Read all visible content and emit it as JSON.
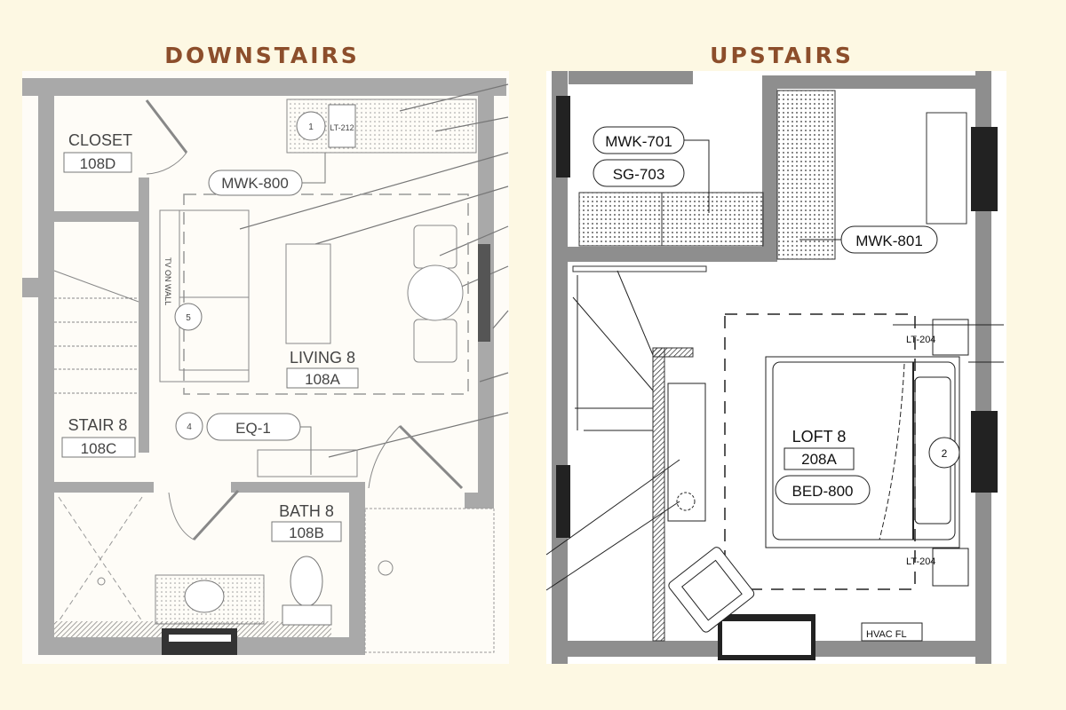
{
  "headings": {
    "downstairs": "DOWNSTAIRS",
    "upstairs": "UPSTAIRS"
  },
  "colors": {
    "background": "#fdf8e3",
    "heading": "#8c4e2b",
    "wall_down": "#a9a9a9",
    "wall_up": "#8e8e8e"
  },
  "downstairs": {
    "rooms": [
      {
        "name": "CLOSET",
        "number": "108D"
      },
      {
        "name": "LIVING 8",
        "number": "108A"
      },
      {
        "name": "STAIR 8",
        "number": "108C"
      },
      {
        "name": "BATH 8",
        "number": "108B"
      }
    ],
    "tags": {
      "mwk": "MWK-800",
      "eq": "EQ-1",
      "lt": "LT-212",
      "wall_note": "TV ON WALL"
    },
    "markers": {
      "m1": "1",
      "m4": "4",
      "m5": "5"
    }
  },
  "upstairs": {
    "room": {
      "name": "LOFT 8",
      "number": "208A"
    },
    "tags": {
      "mwk701": "MWK-701",
      "sg703": "SG-703",
      "mwk801": "MWK-801",
      "bed": "BED-800",
      "lt_top": "LT-204",
      "lt_bottom": "LT-204",
      "hvac": "HVAC FL"
    },
    "markers": {
      "m2": "2"
    }
  }
}
